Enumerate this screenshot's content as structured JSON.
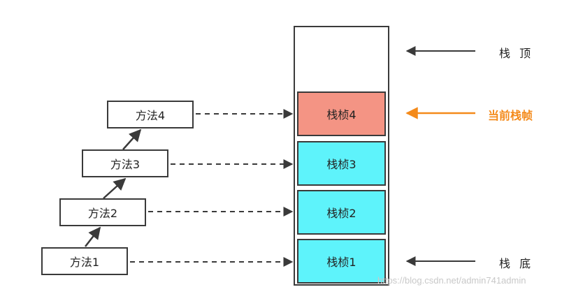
{
  "methods": [
    "方法1",
    "方法2",
    "方法3",
    "方法4"
  ],
  "frames": [
    "栈桢1",
    "栈桢2",
    "栈桢3",
    "栈桢4"
  ],
  "labels": {
    "stack_top": "栈 顶",
    "current_frame": "当前栈帧",
    "stack_bottom": "栈 底"
  },
  "watermark": "https://blog.csdn.net/admin741admin",
  "colors": {
    "frame_fill": "#5ef3fb",
    "current_frame_fill": "#f49484",
    "accent": "#f48a1a",
    "line": "#3a3a3a"
  }
}
